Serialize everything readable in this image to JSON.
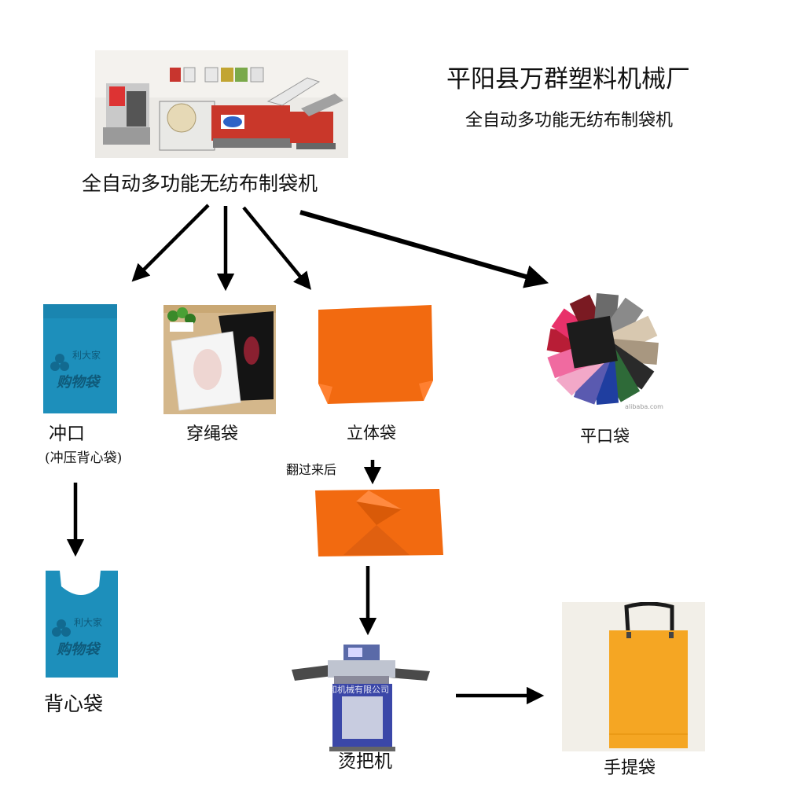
{
  "header": {
    "company": "平阳县万群塑料机械厂",
    "subtitle": "全自动多功能无纺布制袋机"
  },
  "machine": {
    "caption": "全自动多功能无纺布制袋机",
    "image": "bag-making-machine-photo"
  },
  "products": {
    "punch": {
      "label": "冲口",
      "sublabel": "(冲压背心袋)",
      "bag_text_1": "利大家",
      "bag_text_2": "购物袋"
    },
    "drawstring": {
      "label": "穿绳袋"
    },
    "box": {
      "label": "立体袋",
      "flip_note": "翻过来后"
    },
    "flat": {
      "label": "平口袋",
      "watermark": "alibaba.com"
    },
    "vest": {
      "label": "背心袋",
      "bag_text_1": "利大家",
      "bag_text_2": "购物袋"
    },
    "handle_machine": {
      "label": "烫把机",
      "watermark": "温州鼎和机械有限公司"
    },
    "handbag": {
      "label": "手提袋"
    }
  },
  "colors": {
    "blue_bag": "#1d8fbb",
    "orange_bag": "#f26a10",
    "yellow_bag": "#f5a623",
    "arrow": "#000000"
  }
}
